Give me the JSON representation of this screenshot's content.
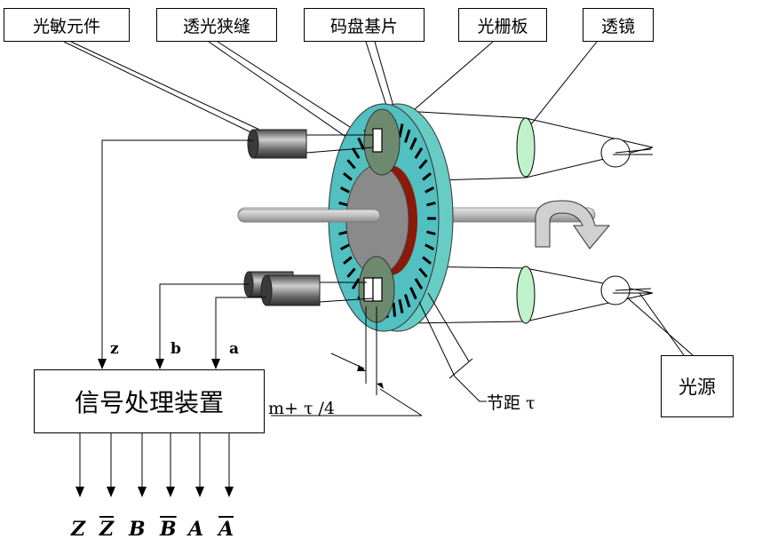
{
  "labels": {
    "photo_element": "光敏元件",
    "slit": "透光狭缝",
    "code_disc": "码盘基片",
    "grating_plate": "光栅板",
    "lens": "透镜",
    "light_source": "光源",
    "processor": "信号处理装置",
    "pitch": "节距 τ",
    "offset": "m+ τ /4"
  },
  "signals": {
    "z": "z",
    "b": "b",
    "a": "a"
  },
  "outputs": [
    "Z",
    "Z",
    "B",
    "B",
    "A",
    "A"
  ],
  "colors": {
    "disc_rim": "#66ccc4",
    "disc_face": "#52bfc0",
    "hub": "#8a8a8a",
    "hub_back": "#8b1a0a",
    "lens": "#bff2c8",
    "shaft": "#c8c8c8",
    "sensor": "#6e6e6e",
    "window": "#6e8a6e"
  }
}
